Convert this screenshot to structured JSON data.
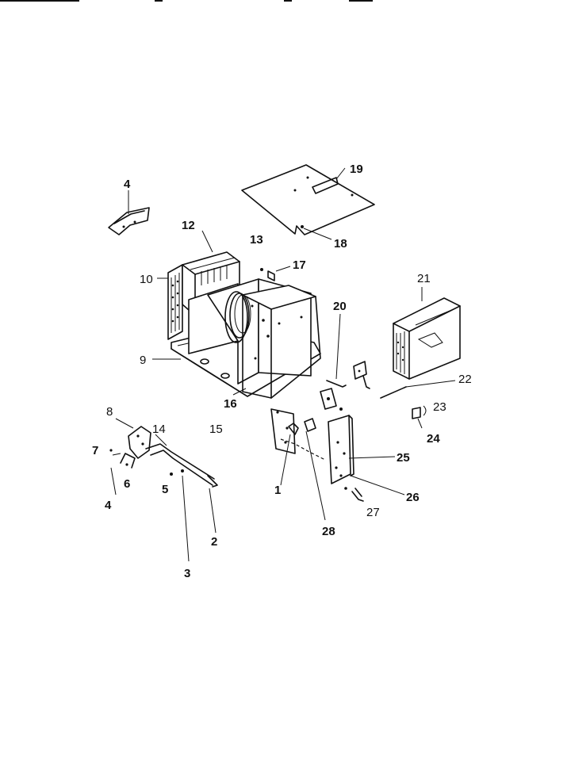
{
  "callouts": [
    {
      "id": "19",
      "text": "19"
    },
    {
      "id": "18",
      "text": "18"
    },
    {
      "id": "4a",
      "text": "4"
    },
    {
      "id": "12",
      "text": "12"
    },
    {
      "id": "13",
      "text": "13"
    },
    {
      "id": "17",
      "text": "17"
    },
    {
      "id": "10",
      "text": "10"
    },
    {
      "id": "21",
      "text": "21"
    },
    {
      "id": "20",
      "text": "20"
    },
    {
      "id": "9",
      "text": "9"
    },
    {
      "id": "22",
      "text": "22"
    },
    {
      "id": "16",
      "text": "16"
    },
    {
      "id": "8",
      "text": "8"
    },
    {
      "id": "14",
      "text": "14"
    },
    {
      "id": "15",
      "text": "15"
    },
    {
      "id": "23",
      "text": "23"
    },
    {
      "id": "24",
      "text": "24"
    },
    {
      "id": "7",
      "text": "7"
    },
    {
      "id": "6",
      "text": "6"
    },
    {
      "id": "5",
      "text": "5"
    },
    {
      "id": "4b",
      "text": "4"
    },
    {
      "id": "25",
      "text": "25"
    },
    {
      "id": "26",
      "text": "26"
    },
    {
      "id": "27",
      "text": "27"
    },
    {
      "id": "1",
      "text": "1"
    },
    {
      "id": "28",
      "text": "28"
    },
    {
      "id": "2",
      "text": "2"
    },
    {
      "id": "3",
      "text": "3"
    }
  ]
}
